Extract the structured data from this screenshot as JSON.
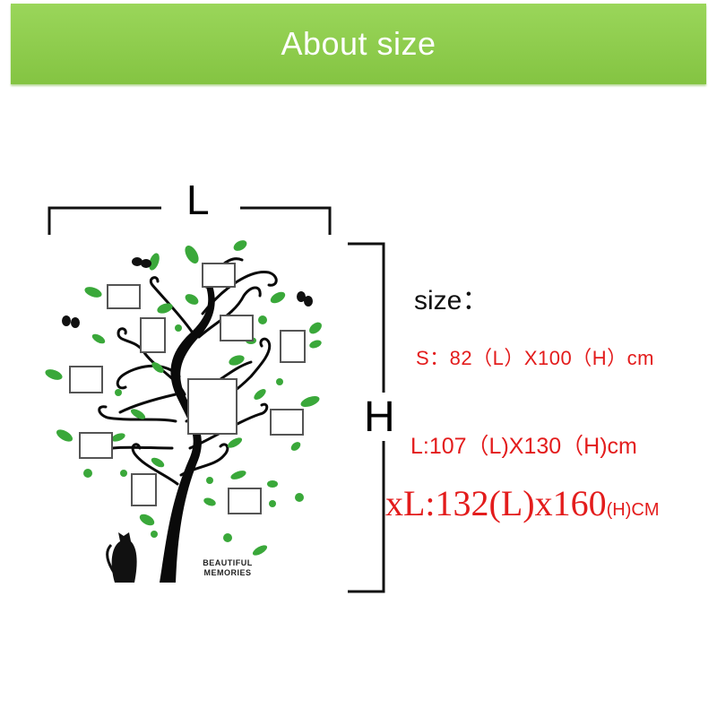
{
  "banner": {
    "title": "About size"
  },
  "dimensions": {
    "length_label": "L",
    "height_label": "H"
  },
  "sizes": {
    "heading": "size：",
    "s": "S：82（L）X100（H）cm",
    "l": "L:107（L)X130（H)cm",
    "xl_main": "xL:132(L)x160",
    "xl_suffix": "(H)CM"
  },
  "artwork": {
    "caption_line1": "BEAUTIFUL",
    "caption_line2": "MEMORIES"
  },
  "colors": {
    "banner": "#8dcc4b",
    "text_red": "#e31c1c",
    "leaf": "#3aa83a",
    "frame": "#555555"
  }
}
